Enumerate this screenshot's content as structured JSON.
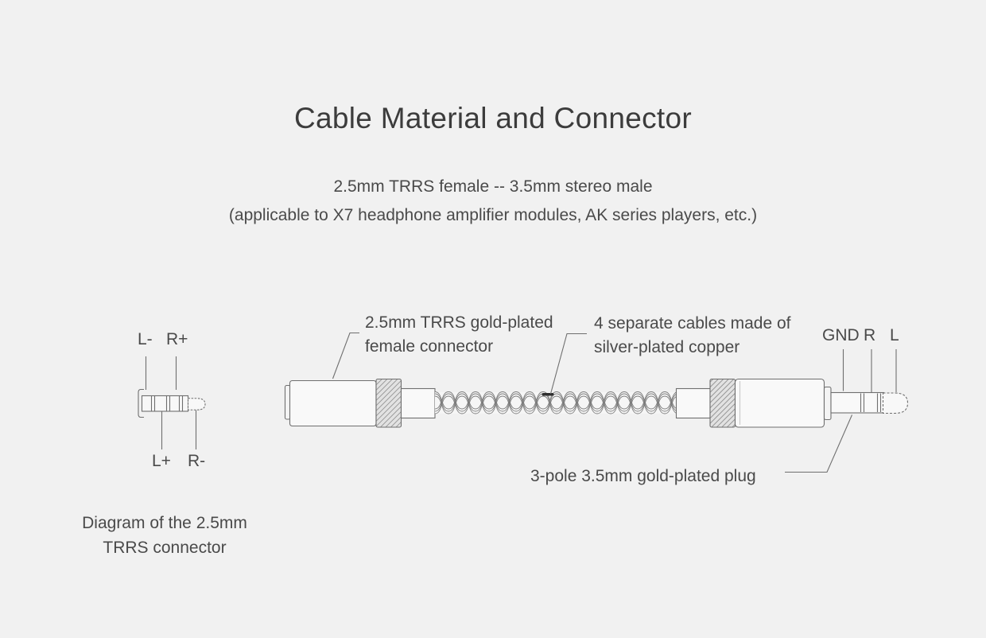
{
  "page": {
    "background": "#f1f1f1",
    "line_color": "#6f6f6f",
    "text_color": "#4a4a4a"
  },
  "header": {
    "title": "Cable Material and Connector",
    "subtitle_line1": "2.5mm TRRS female -- 3.5mm stereo male",
    "subtitle_line2": "(applicable to X7 headphone amplifier modules, AK series players, etc.)"
  },
  "trrs_diagram": {
    "pin_top_left": "L-",
    "pin_top_right": "R+",
    "pin_bottom_left": "L+",
    "pin_bottom_right": "R-",
    "caption_line1": "Diagram of the 2.5mm",
    "caption_line2": "TRRS connector"
  },
  "cable_diagram": {
    "female_label_line1": "2.5mm TRRS gold-plated",
    "female_label_line2": "female connector",
    "wires_label_line1": "4 separate cables made of",
    "wires_label_line2": "silver-plated copper",
    "plug_label": "3-pole 3.5mm gold-plated plug",
    "plug_pin_gnd": "GND",
    "plug_pin_r": "R",
    "plug_pin_l": "L"
  }
}
